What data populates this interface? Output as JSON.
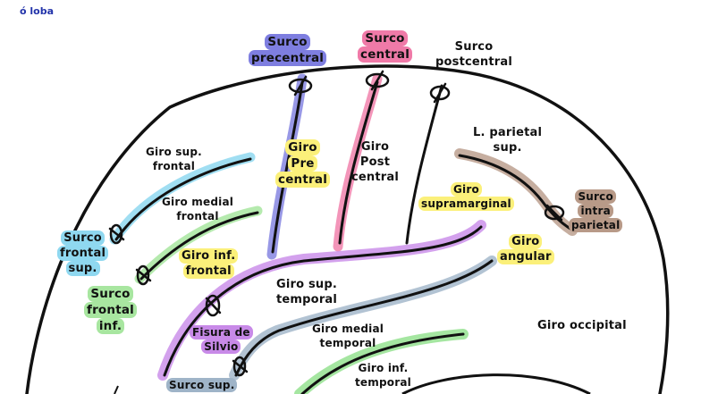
{
  "colors": {
    "precentral": "#7e7ee0",
    "central": "#f07aa8",
    "frontal_sup": "#8fd8f0",
    "frontal_inf": "#a8e6a0",
    "temporal_sup": "#c88ae8",
    "temporal_inf": "#9fb4c8",
    "intraparietal": "#b89a88",
    "yellow": "#fbf07a",
    "green": "#8ee08a"
  },
  "corner_text": "ó loba",
  "labels": {
    "surco_precentral": [
      "Surco",
      "precentral"
    ],
    "surco_central": [
      "Surco",
      "central"
    ],
    "surco_postcentral": [
      "Surco",
      "postcentral"
    ],
    "giro_precentral": [
      "Giro",
      "Pre",
      "central"
    ],
    "giro_postcentral": [
      "Giro",
      "Post",
      "central"
    ],
    "lobulo_parietal": [
      "L. parietal",
      "sup."
    ],
    "giro_sup_frontal": [
      "Giro sup.",
      "frontal"
    ],
    "giro_medial_frontal": [
      "Giro medial",
      "frontal"
    ],
    "giro_inf_frontal": [
      "Giro inf.",
      "frontal"
    ],
    "surco_frontal_sup": [
      "Surco",
      "frontal",
      "sup."
    ],
    "surco_frontal_inf": [
      "Surco",
      "frontal",
      "inf."
    ],
    "giro_supramarginal": [
      "Giro",
      "supramarginal"
    ],
    "surco_intraparietal": [
      "Surco",
      "intra",
      "parietal"
    ],
    "giro_angular": [
      "Giro",
      "angular"
    ],
    "giro_sup_temporal": [
      "Giro sup.",
      "temporal"
    ],
    "fisura_silvio": [
      "Fisura de",
      "Silvio"
    ],
    "giro_medial_temporal": [
      "Giro medial",
      "temporal"
    ],
    "giro_occipital": "Giro occipital",
    "giro_inf_temporal": [
      "Giro inf.",
      "temporal"
    ],
    "surco_sup": "Surco sup."
  }
}
